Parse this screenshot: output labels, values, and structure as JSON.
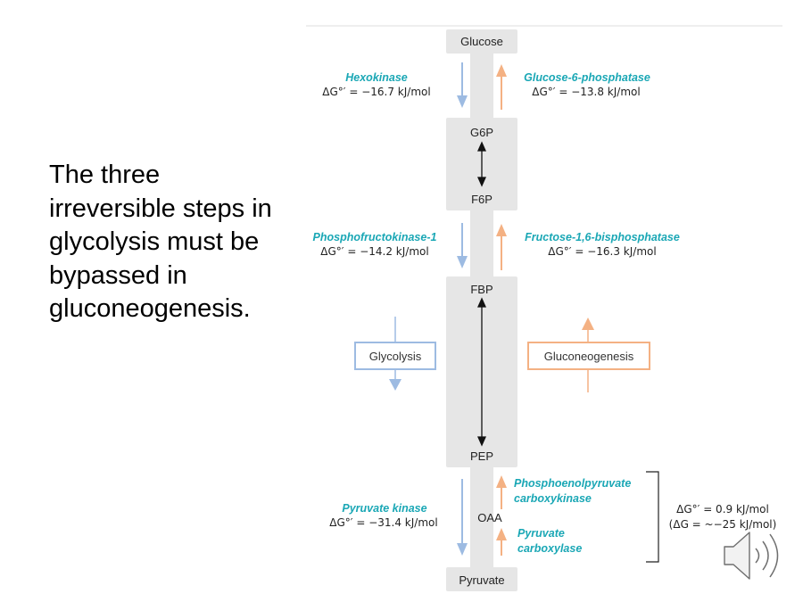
{
  "slide": {
    "text": "The three irreversible steps in glycolysis must be bypassed in gluconeogenesis."
  },
  "colors": {
    "glycolysis_arrow": "#9dbbe2",
    "gluconeogenesis_arrow": "#f4b183",
    "enzyme_text": "#1aa7b5",
    "pathway_column": "#e6e6e6"
  },
  "metabolites": {
    "glucose": "Glucose",
    "g6p": "G6P",
    "f6p": "F6P",
    "fbp": "FBP",
    "pep": "PEP",
    "oaa": "OAA",
    "pyruvate": "Pyruvate"
  },
  "steps": {
    "hexokinase": {
      "name": "Hexokinase",
      "dg": "ΔG°′ = −16.7 kJ/mol"
    },
    "g6pase": {
      "name": "Glucose-6-phosphatase",
      "dg": "ΔG°′ = −13.8 kJ/mol"
    },
    "pfk1": {
      "name": "Phosphofructokinase-1",
      "dg": "ΔG°′ = −14.2 kJ/mol"
    },
    "fbpase": {
      "name": "Fructose-1,6-bisphosphatase",
      "dg": "ΔG°′ = −16.3 kJ/mol"
    },
    "pepck": {
      "name_line1": "Phosphoenolpyruvate",
      "name_line2": "carboxykinase"
    },
    "pyruvate_kinase": {
      "name": "Pyruvate kinase",
      "dg": "ΔG°′ = −31.4 kJ/mol"
    },
    "pyruvate_carboxylase": {
      "name_line1": "Pyruvate",
      "name_line2": "carboxylase"
    }
  },
  "bypass_total": {
    "line1": "ΔG°′ = 0.9 kJ/mol",
    "line2": "(ΔG = ~−25 kJ/mol)"
  },
  "legend": {
    "glycolysis": "Glycolysis",
    "gluconeogenesis": "Gluconeogenesis"
  },
  "icons": {
    "audio": "speaker-icon"
  }
}
